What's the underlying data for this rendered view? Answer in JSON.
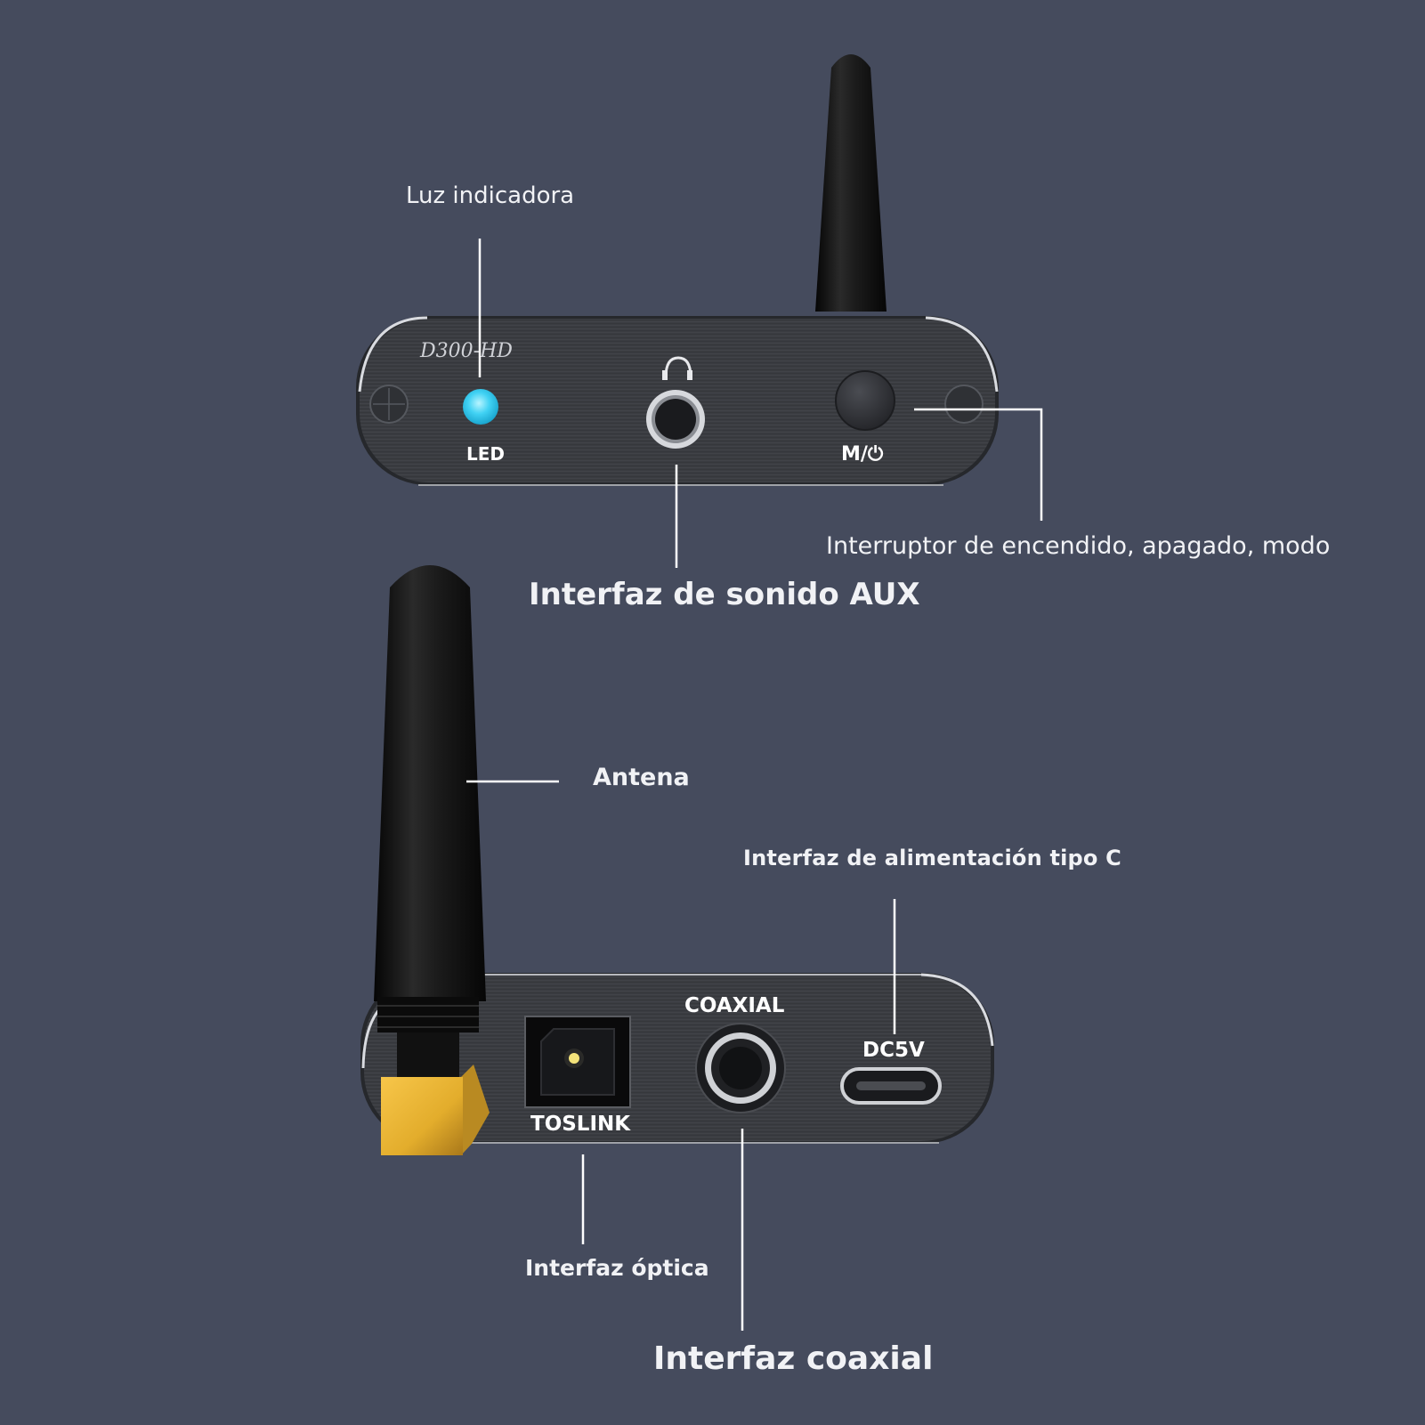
{
  "callouts": {
    "led_label": "Luz indicadora",
    "aux_label": "Interfaz de sonido AUX",
    "power_label": "Interruptor de encendido, apagado, modo",
    "antenna_label": "Antena",
    "typec_label": "Interfaz de alimentación tipo C",
    "optical_label": "Interfaz óptica",
    "coaxial_label": "Interfaz coaxial"
  },
  "front_panel": {
    "model": "D300-HD",
    "led_text": "LED",
    "mode_button_text": "M/⏻"
  },
  "rear_panel": {
    "coaxial_text": "COAXIAL",
    "toslink_text": "TOSLINK",
    "dc_text": "DC5V"
  },
  "colors": {
    "background": "#454b5d",
    "led": "#41d2f4",
    "panel": "#3c3e43",
    "connector_gold": "#e3ad2c"
  }
}
